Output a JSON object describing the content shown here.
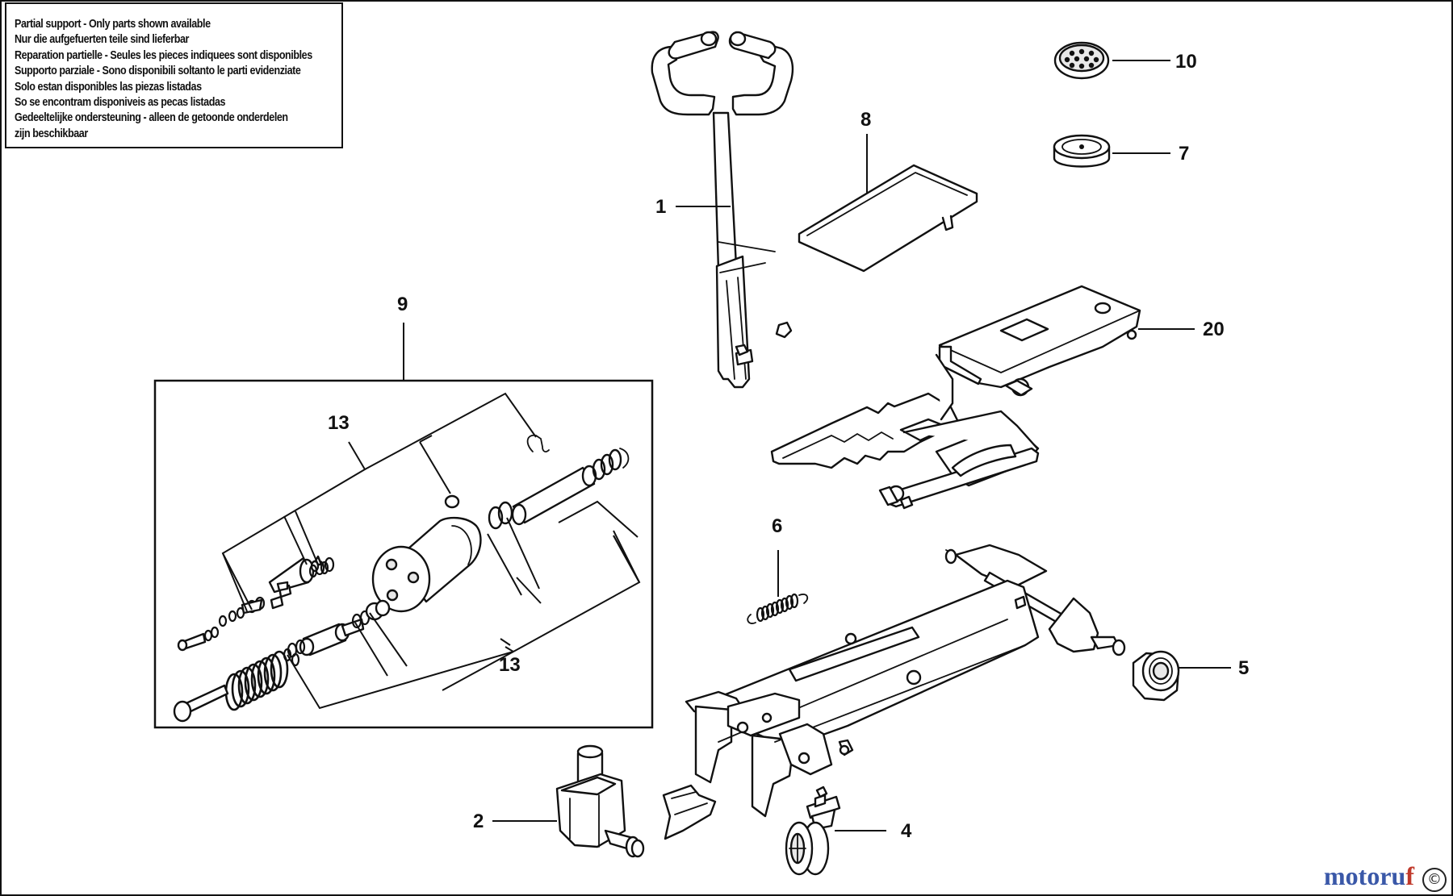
{
  "notice": {
    "lines": [
      "Partial support - Only parts shown available",
      "Nur die aufgefuerten teile sind lieferbar",
      "Reparation partielle - Seules les pieces indiquees sont disponibles",
      "Supporto parziale - Sono disponibili soltanto le parti evidenziate",
      "Solo estan disponibles las piezas listadas",
      "So se encontram disponiveis as pecas listadas",
      "Gedeeltelijke ondersteuning - alleen de getoonde onderdelen",
      "zijn beschikbaar"
    ]
  },
  "labels": {
    "p1": "1",
    "p2": "2",
    "p4": "4",
    "p5": "5",
    "p6": "6",
    "p7": "7",
    "p8": "8",
    "p9": "9",
    "p10": "10",
    "p13a": "13",
    "p13b": "13",
    "p20": "20"
  },
  "watermark": {
    "brand_a": "motoru",
    "brand_b": "f",
    "copyright": "©"
  },
  "icons": {
    "handle": "jack-handle-icon",
    "tray": "tray-icon",
    "saddle": "saddle-pad-icon",
    "cap": "cap-icon",
    "lift_arm": "lift-arm-icon",
    "spring": "spring-icon",
    "frame": "jack-frame-icon",
    "wheel": "wheel-icon",
    "caster": "caster-icon",
    "pump": "pump-housing-icon",
    "hydraulic_unit": "hydraulic-unit-icon"
  }
}
